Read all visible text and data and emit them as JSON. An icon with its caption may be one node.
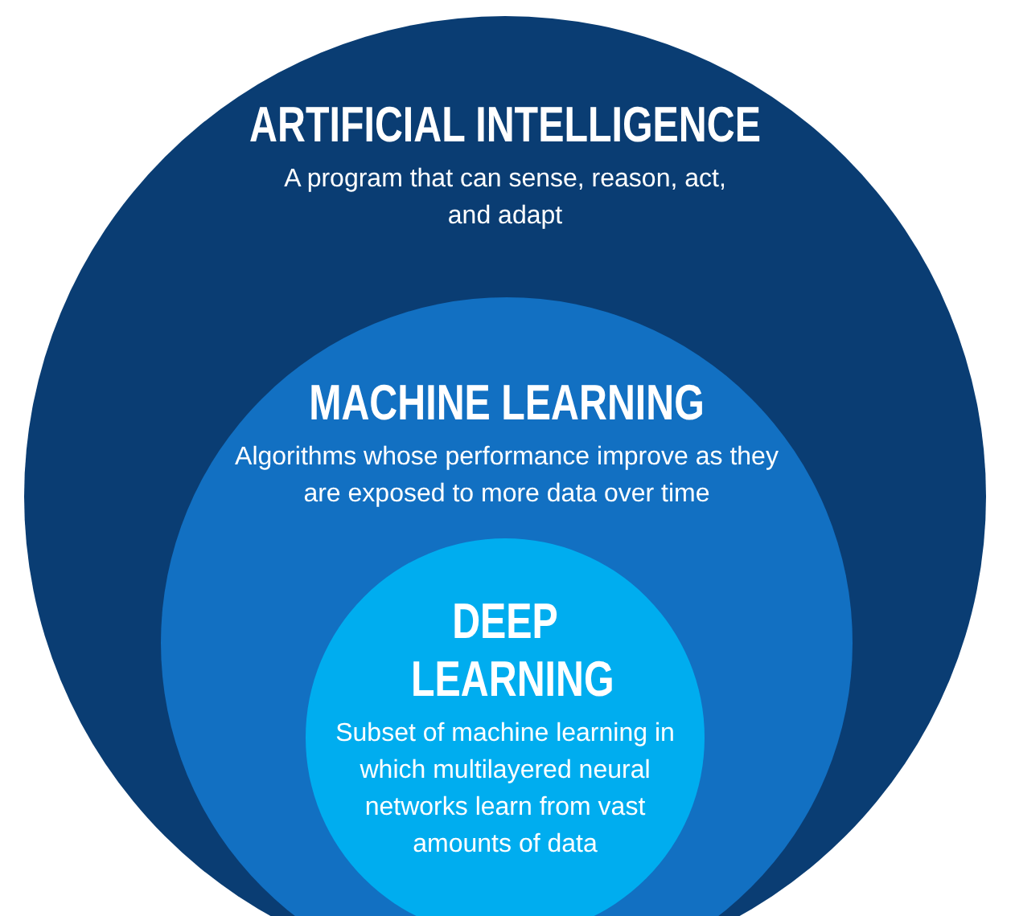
{
  "diagram": {
    "nodes": [
      {
        "text": [
          "ARTIFICIAL INTELLIGENCE",
          "A program that can sense, reason, act, and adapt"
        ]
      },
      {
        "text": [
          "MACHINE LEARNING",
          "Algorithms whose performance improve as they are exposed to more data over time"
        ],
        "in": 0
      },
      {
        "text": [
          "DEEP LEARNING",
          "Subset of machine learning in which multilayered neural networks learn from vast amounts of data"
        ],
        "in": 1
      }
    ]
  }
}
